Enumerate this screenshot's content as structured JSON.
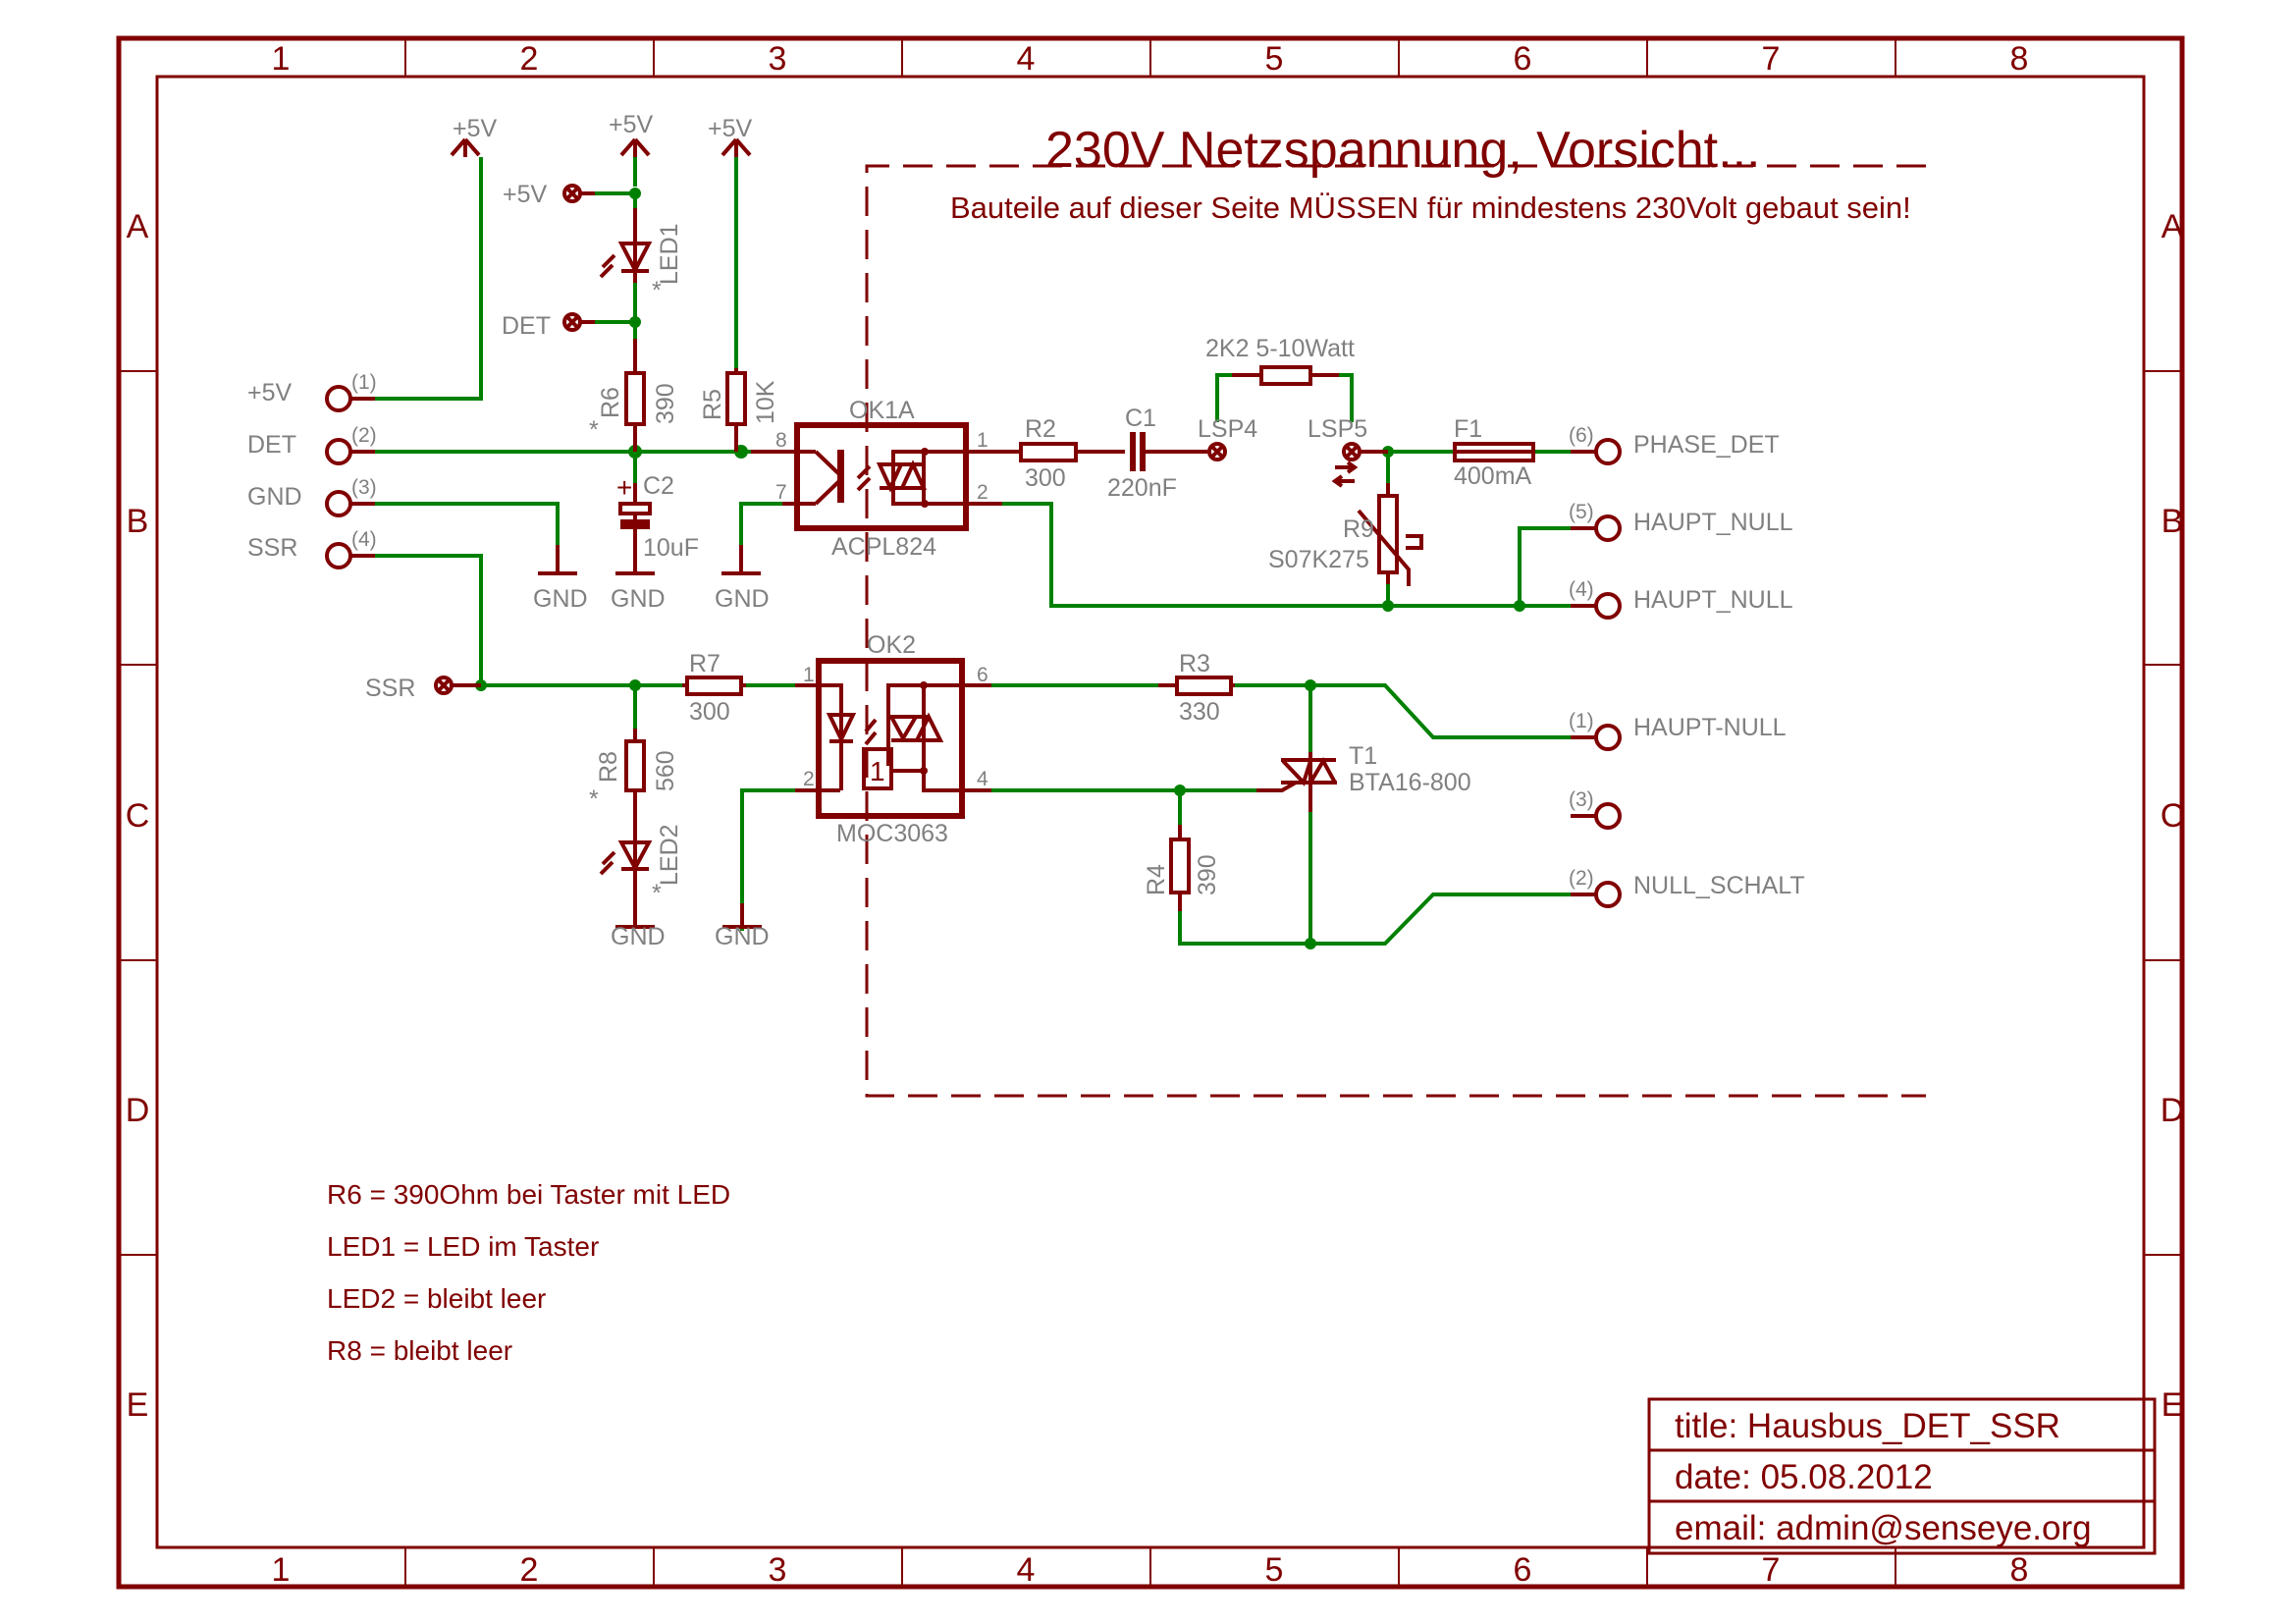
{
  "frame": {
    "columns": [
      "1",
      "2",
      "3",
      "4",
      "5",
      "6",
      "7",
      "8"
    ],
    "rows": [
      "A",
      "B",
      "C",
      "D",
      "E"
    ]
  },
  "header": {
    "warning_title": "230V Netzspannung, Vorsicht...",
    "warning_subtitle": "Bauteile auf dieser Seite MÜSSEN für mindestens 230Volt gebaut sein!"
  },
  "supply_labels": {
    "vcc_left": "+5V",
    "vcc_led": "+5V",
    "vcc_r5": "+5V",
    "gnd": "GND"
  },
  "test_points": {
    "tp_5v": "+5V",
    "tp_det": "DET",
    "tp_ssr": "SSR"
  },
  "left_connector": {
    "pins": [
      {
        "label": "+5V",
        "num": "(1)"
      },
      {
        "label": "DET",
        "num": "(2)"
      },
      {
        "label": "GND",
        "num": "(3)"
      },
      {
        "label": "SSR",
        "num": "(4)"
      }
    ]
  },
  "components": {
    "LED1": {
      "name": "LED1",
      "marker": "*"
    },
    "R6": {
      "name": "R6",
      "value": "390",
      "marker": "*"
    },
    "R5": {
      "name": "R5",
      "value": "10K"
    },
    "C2": {
      "name": "C2",
      "value": "10uF",
      "polarity": "+"
    },
    "OK1A": {
      "name": "OK1A",
      "part": "ACPL824",
      "pins": [
        "8",
        "7",
        "1",
        "2"
      ]
    },
    "R2": {
      "name": "R2",
      "value": "300"
    },
    "C1": {
      "name": "C1",
      "value": "220nF"
    },
    "R_ext": {
      "value": "2K2 5-10Watt"
    },
    "LSP4": {
      "name": "LSP4"
    },
    "LSP5": {
      "name": "LSP5"
    },
    "F1": {
      "name": "F1",
      "value": "400mA"
    },
    "R9": {
      "name": "R9",
      "part": "S07K275",
      "symbol": "U"
    },
    "R7": {
      "name": "R7",
      "value": "300"
    },
    "R8": {
      "name": "R8",
      "value": "560",
      "marker": "*"
    },
    "LED2": {
      "name": "LED2",
      "marker": "*"
    },
    "OK2": {
      "name": "OK2",
      "part": "MOC3063",
      "pins": [
        "1",
        "2",
        "6",
        "4"
      ],
      "zc_label": "1"
    },
    "R3": {
      "name": "R3",
      "value": "330"
    },
    "R4": {
      "name": "R4",
      "value": "390"
    },
    "T1": {
      "name": "T1",
      "part": "BTA16-800"
    }
  },
  "right_connector_top": {
    "pins": [
      {
        "num": "(6)",
        "label": "PHASE_DET"
      },
      {
        "num": "(5)",
        "label": "HAUPT_NULL"
      },
      {
        "num": "(4)",
        "label": "HAUPT_NULL"
      }
    ]
  },
  "right_connector_bottom": {
    "pins": [
      {
        "num": "(1)",
        "label": "HAUPT-NULL"
      },
      {
        "num": "(3)",
        "label": ""
      },
      {
        "num": "(2)",
        "label": "NULL_SCHALT"
      }
    ]
  },
  "notes": [
    "R6 = 390Ohm bei Taster mit LED",
    "LED1 = LED im Taster",
    "LED2 = bleibt leer",
    "R8 = bleibt leer"
  ],
  "title_block": {
    "title": "title: Hausbus_DET_SSR",
    "date": "date: 05.08.2012",
    "email": "email: admin@senseye.org"
  },
  "colors": {
    "frame": "#800000",
    "wire": "#008000",
    "label": "#808080"
  }
}
